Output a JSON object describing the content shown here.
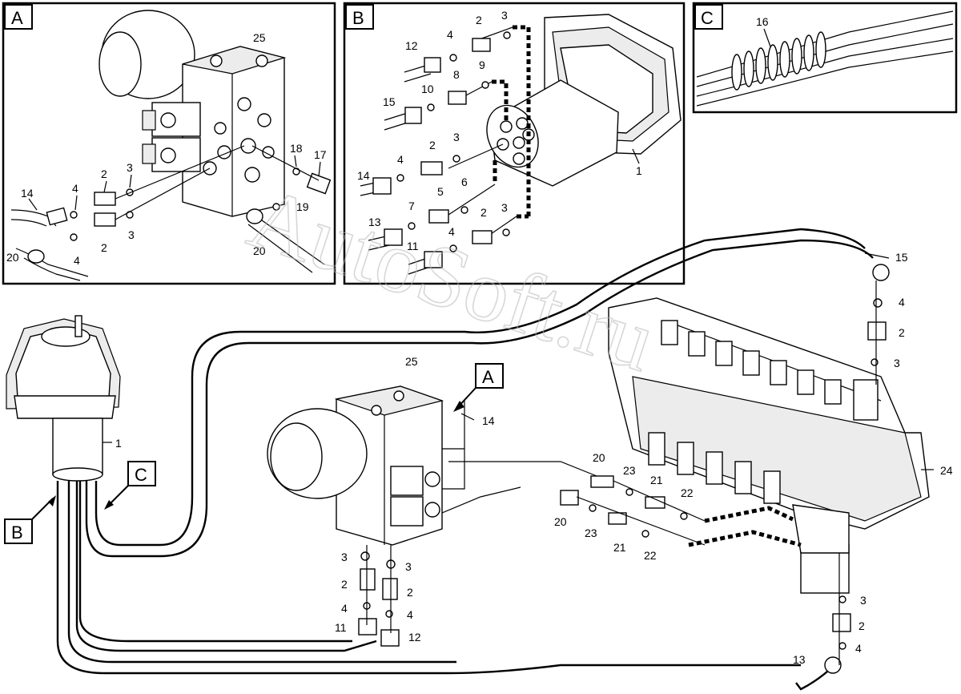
{
  "watermark": "AutoSoft.ru",
  "panels": {
    "a": {
      "letter": "A"
    },
    "b": {
      "letter": "B"
    },
    "c": {
      "letter": "C"
    }
  },
  "callouts": {
    "main_a": "A",
    "main_b": "B",
    "main_c": "C"
  },
  "labels": {
    "a_25": "25",
    "a_18": "18",
    "a_17": "17",
    "a_19": "19",
    "a_20a": "20",
    "a_20b": "20",
    "a_14": "14",
    "a_4a": "4",
    "a_2a": "2",
    "a_3a": "3",
    "a_2b": "2",
    "a_3b": "3",
    "a_4b": "4",
    "b_12": "12",
    "b_4a": "4",
    "b_2a": "2",
    "b_3a": "3",
    "b_9": "9",
    "b_8": "8",
    "b_10": "10",
    "b_15": "15",
    "b_3b": "3",
    "b_2b": "2",
    "b_4b": "4",
    "b_14": "14",
    "b_1": "1",
    "b_7": "7",
    "b_5": "5",
    "b_6": "6",
    "b_13": "13",
    "b_2c": "2",
    "b_3c": "3",
    "b_4c": "4",
    "b_11": "11",
    "c_16": "16",
    "m_15": "15",
    "m_4a": "4",
    "m_2a": "2",
    "m_3a": "3",
    "m_24": "24",
    "m_25": "25",
    "m_14": "14",
    "m_1": "1",
    "m_20a": "20",
    "m_23a": "23",
    "m_21a": "21",
    "m_22a": "22",
    "m_20b": "20",
    "m_23b": "23",
    "m_21b": "21",
    "m_22b": "22",
    "m_3b": "3",
    "m_2b": "2",
    "m_4b": "4",
    "m_11": "11",
    "m_3c": "3",
    "m_2c": "2",
    "m_4c": "4",
    "m_12": "12",
    "m_3d": "3",
    "m_2d": "2",
    "m_4d": "4",
    "m_13": "13"
  }
}
